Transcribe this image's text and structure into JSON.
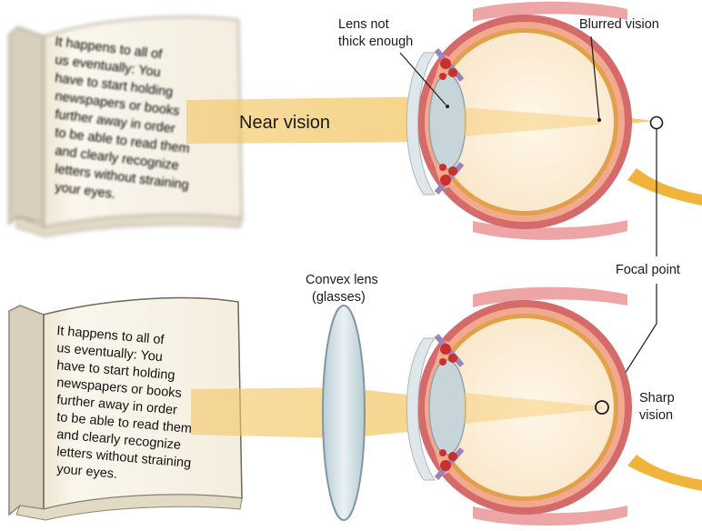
{
  "labels": {
    "lens_not_thick_line1": "Lens not",
    "lens_not_thick_line2": "thick enough",
    "blurred_vision": "Blurred vision",
    "near_vision": "Near vision",
    "focal_point": "Focal point",
    "convex_lens_line1": "Convex lens",
    "convex_lens_line2": "(glasses)",
    "sharp_line1": "Sharp",
    "sharp_line2": "vision"
  },
  "book_text_lines": [
    "It happens to all of",
    "us eventually: You",
    "have to start holding",
    "newspapers or books",
    "further away in order",
    "to be able to read them",
    "and clearly recognize",
    "letters without straining",
    "your eyes."
  ],
  "colors": {
    "light_beam": "#f3c766",
    "eye_wall": "#d85f5f",
    "eye_inner": "#fdf0dc",
    "eye_retina": "#e0a14a",
    "lens_fill": "#c7d4da",
    "optic_nerve": "#f2b13a",
    "book_page": "#f6f1e5"
  }
}
